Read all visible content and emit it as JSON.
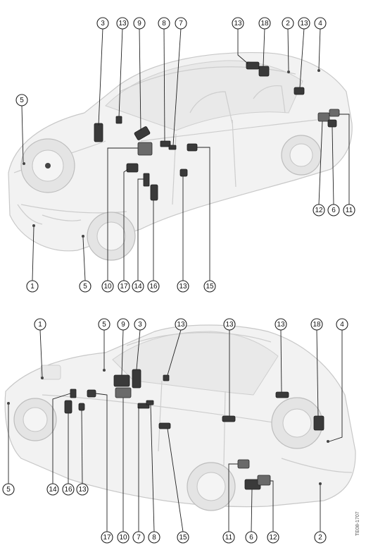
{
  "diagram": {
    "image_code": "TE08-1707",
    "top_view": {
      "callouts": [
        {
          "id": "t-3",
          "label": "3"
        },
        {
          "id": "t-13a",
          "label": "13"
        },
        {
          "id": "t-9",
          "label": "9"
        },
        {
          "id": "t-8",
          "label": "8"
        },
        {
          "id": "t-7",
          "label": "7"
        },
        {
          "id": "t-13b",
          "label": "13"
        },
        {
          "id": "t-18",
          "label": "18"
        },
        {
          "id": "t-2",
          "label": "2"
        },
        {
          "id": "t-13c",
          "label": "13"
        },
        {
          "id": "t-4",
          "label": "4"
        },
        {
          "id": "t-5a",
          "label": "5"
        },
        {
          "id": "t-1",
          "label": "1"
        },
        {
          "id": "t-5b",
          "label": "5"
        },
        {
          "id": "t-10",
          "label": "10"
        },
        {
          "id": "t-17",
          "label": "17"
        },
        {
          "id": "t-14",
          "label": "14"
        },
        {
          "id": "t-16",
          "label": "16"
        },
        {
          "id": "t-13d",
          "label": "13"
        },
        {
          "id": "t-15",
          "label": "15"
        },
        {
          "id": "t-12",
          "label": "12"
        },
        {
          "id": "t-6",
          "label": "6"
        },
        {
          "id": "t-11",
          "label": "11"
        }
      ]
    },
    "bottom_view": {
      "callouts": [
        {
          "id": "b-1",
          "label": "1"
        },
        {
          "id": "b-5a",
          "label": "5"
        },
        {
          "id": "b-9",
          "label": "9"
        },
        {
          "id": "b-3",
          "label": "3"
        },
        {
          "id": "b-13a",
          "label": "13"
        },
        {
          "id": "b-13b",
          "label": "13"
        },
        {
          "id": "b-13c",
          "label": "13"
        },
        {
          "id": "b-18",
          "label": "18"
        },
        {
          "id": "b-4",
          "label": "4"
        },
        {
          "id": "b-5b",
          "label": "5"
        },
        {
          "id": "b-14",
          "label": "14"
        },
        {
          "id": "b-16",
          "label": "16"
        },
        {
          "id": "b-13d",
          "label": "13"
        },
        {
          "id": "b-17",
          "label": "17"
        },
        {
          "id": "b-10",
          "label": "10"
        },
        {
          "id": "b-7",
          "label": "7"
        },
        {
          "id": "b-8",
          "label": "8"
        },
        {
          "id": "b-15",
          "label": "15"
        },
        {
          "id": "b-11",
          "label": "11"
        },
        {
          "id": "b-6",
          "label": "6"
        },
        {
          "id": "b-12",
          "label": "12"
        },
        {
          "id": "b-2",
          "label": "2"
        }
      ]
    }
  }
}
